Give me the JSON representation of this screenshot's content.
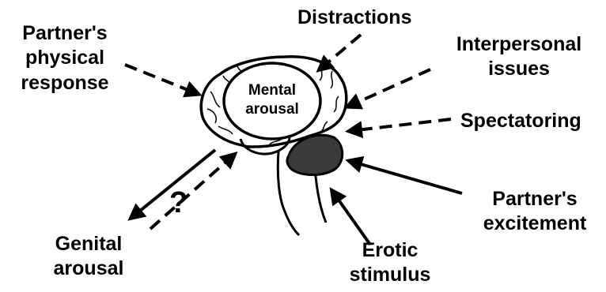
{
  "labels": {
    "distractions": "Distractions",
    "partners_physical_response": [
      "Partner's",
      "physical",
      "response"
    ],
    "interpersonal_issues": [
      "Interpersonal",
      "issues"
    ],
    "spectatoring": "Spectatoring",
    "mental_arousal": [
      "Mental",
      "arousal"
    ],
    "partners_excitement": [
      "Partner's",
      "excitement"
    ],
    "genital_arousal": [
      "Genital",
      "arousal"
    ],
    "erotic_stimulus": [
      "Erotic",
      "stimulus"
    ],
    "question_mark": "?"
  },
  "colors": {
    "ink": "#000000",
    "background": "#ffffff"
  }
}
